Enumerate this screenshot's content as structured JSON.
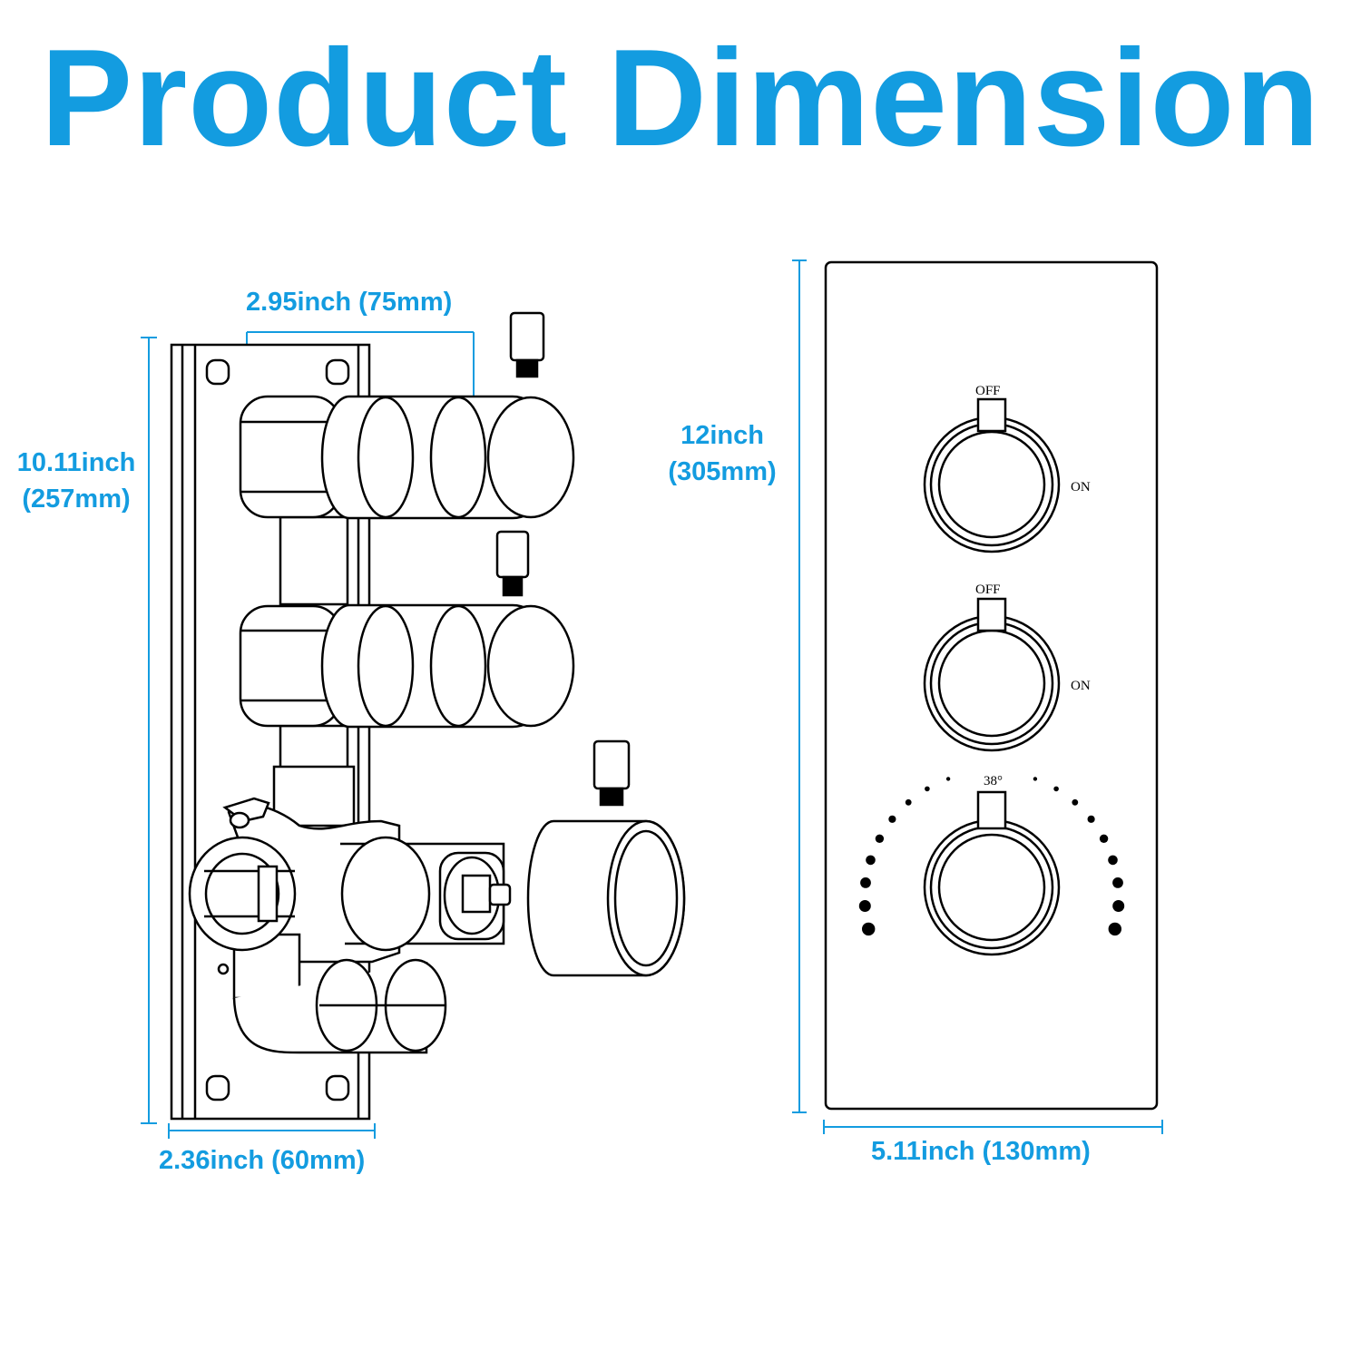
{
  "title": "Product Dimension",
  "colors": {
    "accent": "#139ce0",
    "line": "#000000",
    "background": "#ffffff"
  },
  "valve": {
    "top_width_label": "2.95inch (75mm)",
    "height_label_line1": "10.11inch",
    "height_label_line2": "(257mm)",
    "bottom_width_label": "2.36inch (60mm)"
  },
  "panel": {
    "height_label_line1": "12inch",
    "height_label_line2": "(305mm)",
    "width_label": "5.11inch (130mm)",
    "knob1": {
      "off_label": "OFF",
      "on_label": "ON"
    },
    "knob2": {
      "off_label": "OFF",
      "on_label": "ON"
    },
    "knob3": {
      "temp_label": "38°"
    }
  }
}
